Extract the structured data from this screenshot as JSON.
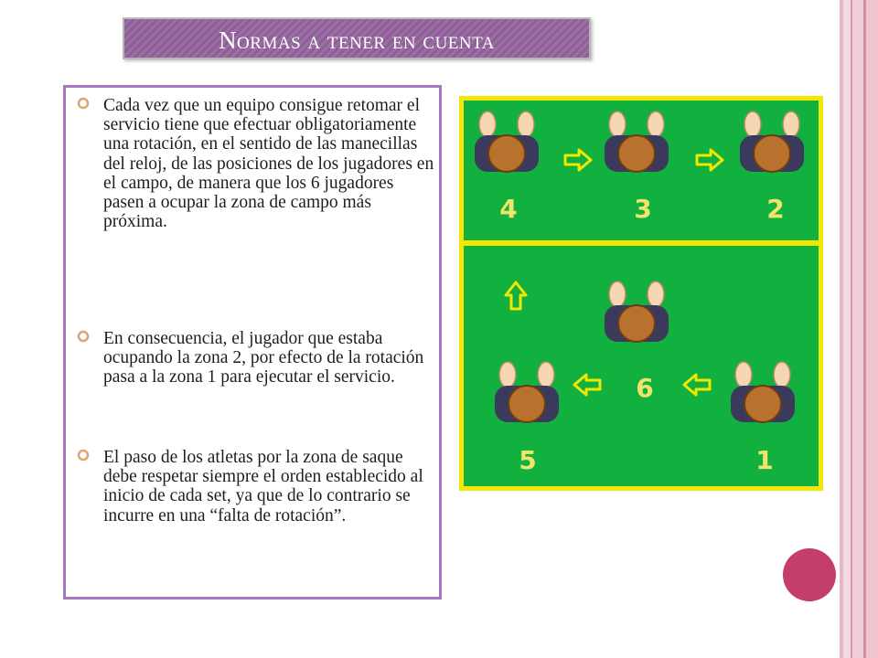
{
  "slide": {
    "title": "Normas a tener en cuenta",
    "paragraphs": [
      "Cada vez que un equipo consigue retomar el servicio tiene que efectuar obligatoriamente una rotación, en el sentido de las manecillas del reloj, de las posiciones de los jugadores en el campo, de manera que los 6 jugadores pasen a ocupar la zona de campo más próxima.",
      "En consecuencia, el jugador que estaba ocupando la zona 2, por efecto de la rotación pasa a la zona 1 para ejecutar el servicio.",
      "El paso de los atletas por la zona de saque debe respetar siempre el orden establecido al inicio de cada set, ya que de lo contrario se incurre en una “falta de rotación”."
    ]
  },
  "court": {
    "zone_numbers": {
      "z4": "4",
      "z3": "3",
      "z2": "2",
      "z6": "6",
      "z5": "5",
      "z1": "1"
    },
    "colors": {
      "field": "#12b13f",
      "lines": "#f2e700",
      "numbers": "#f0e56a"
    }
  },
  "colors": {
    "title_bg": "#8d5f96",
    "box_border": "#a678ba",
    "accent_circle": "#c33f6a"
  }
}
